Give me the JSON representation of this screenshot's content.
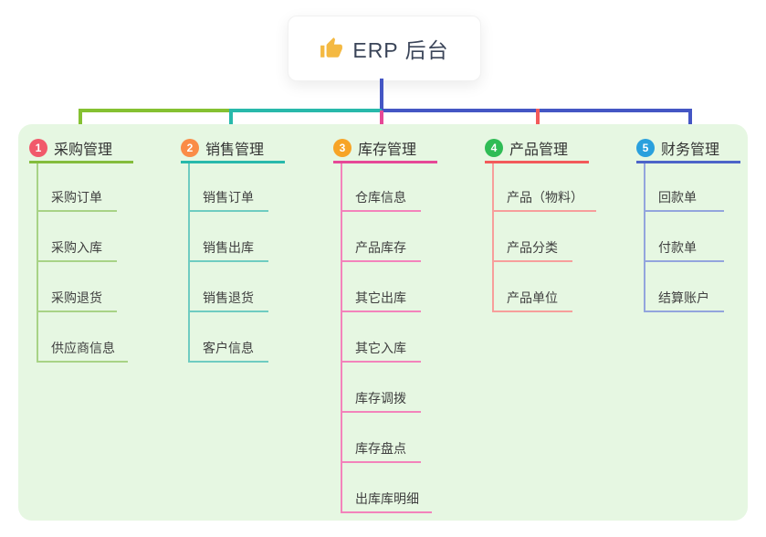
{
  "root": {
    "label": "ERP 后台",
    "icon": "thumbs-up-icon"
  },
  "branches": [
    {
      "num": "1",
      "title": "采购管理",
      "badge_color": "#f1596b",
      "line_color": "#84bd3c",
      "child_line_color": "#a8d386",
      "children": [
        "采购订单",
        "采购入库",
        "采购退货",
        "供应商信息"
      ]
    },
    {
      "num": "2",
      "title": "销售管理",
      "badge_color": "#fa8c47",
      "line_color": "#28b9ab",
      "child_line_color": "#6fccc1",
      "children": [
        "销售订单",
        "销售出库",
        "销售退货",
        "客户信息"
      ]
    },
    {
      "num": "3",
      "title": "库存管理",
      "badge_color": "#f7a426",
      "line_color": "#e64897",
      "child_line_color": "#f383bb",
      "children": [
        "仓库信息",
        "产品库存",
        "其它出库",
        "其它入库",
        "库存调拨",
        "库存盘点",
        "出库库明细"
      ]
    },
    {
      "num": "4",
      "title": "产品管理",
      "badge_color": "#2fbc55",
      "line_color": "#f25a5a",
      "child_line_color": "#f79e9b",
      "children": [
        "产品（物料）",
        "产品分类",
        "产品单位"
      ]
    },
    {
      "num": "5",
      "title": "财务管理",
      "badge_color": "#2aa0dd",
      "line_color": "#4c64c9",
      "child_line_color": "#93a5dd",
      "children": [
        "回款单",
        "付款单",
        "结算账户"
      ]
    }
  ],
  "colors": {
    "panel_bg": "#e6f7e2",
    "root_stem": "#4456c4",
    "root_text": "#3b4559",
    "thumb_yellow": "#f4b942"
  }
}
